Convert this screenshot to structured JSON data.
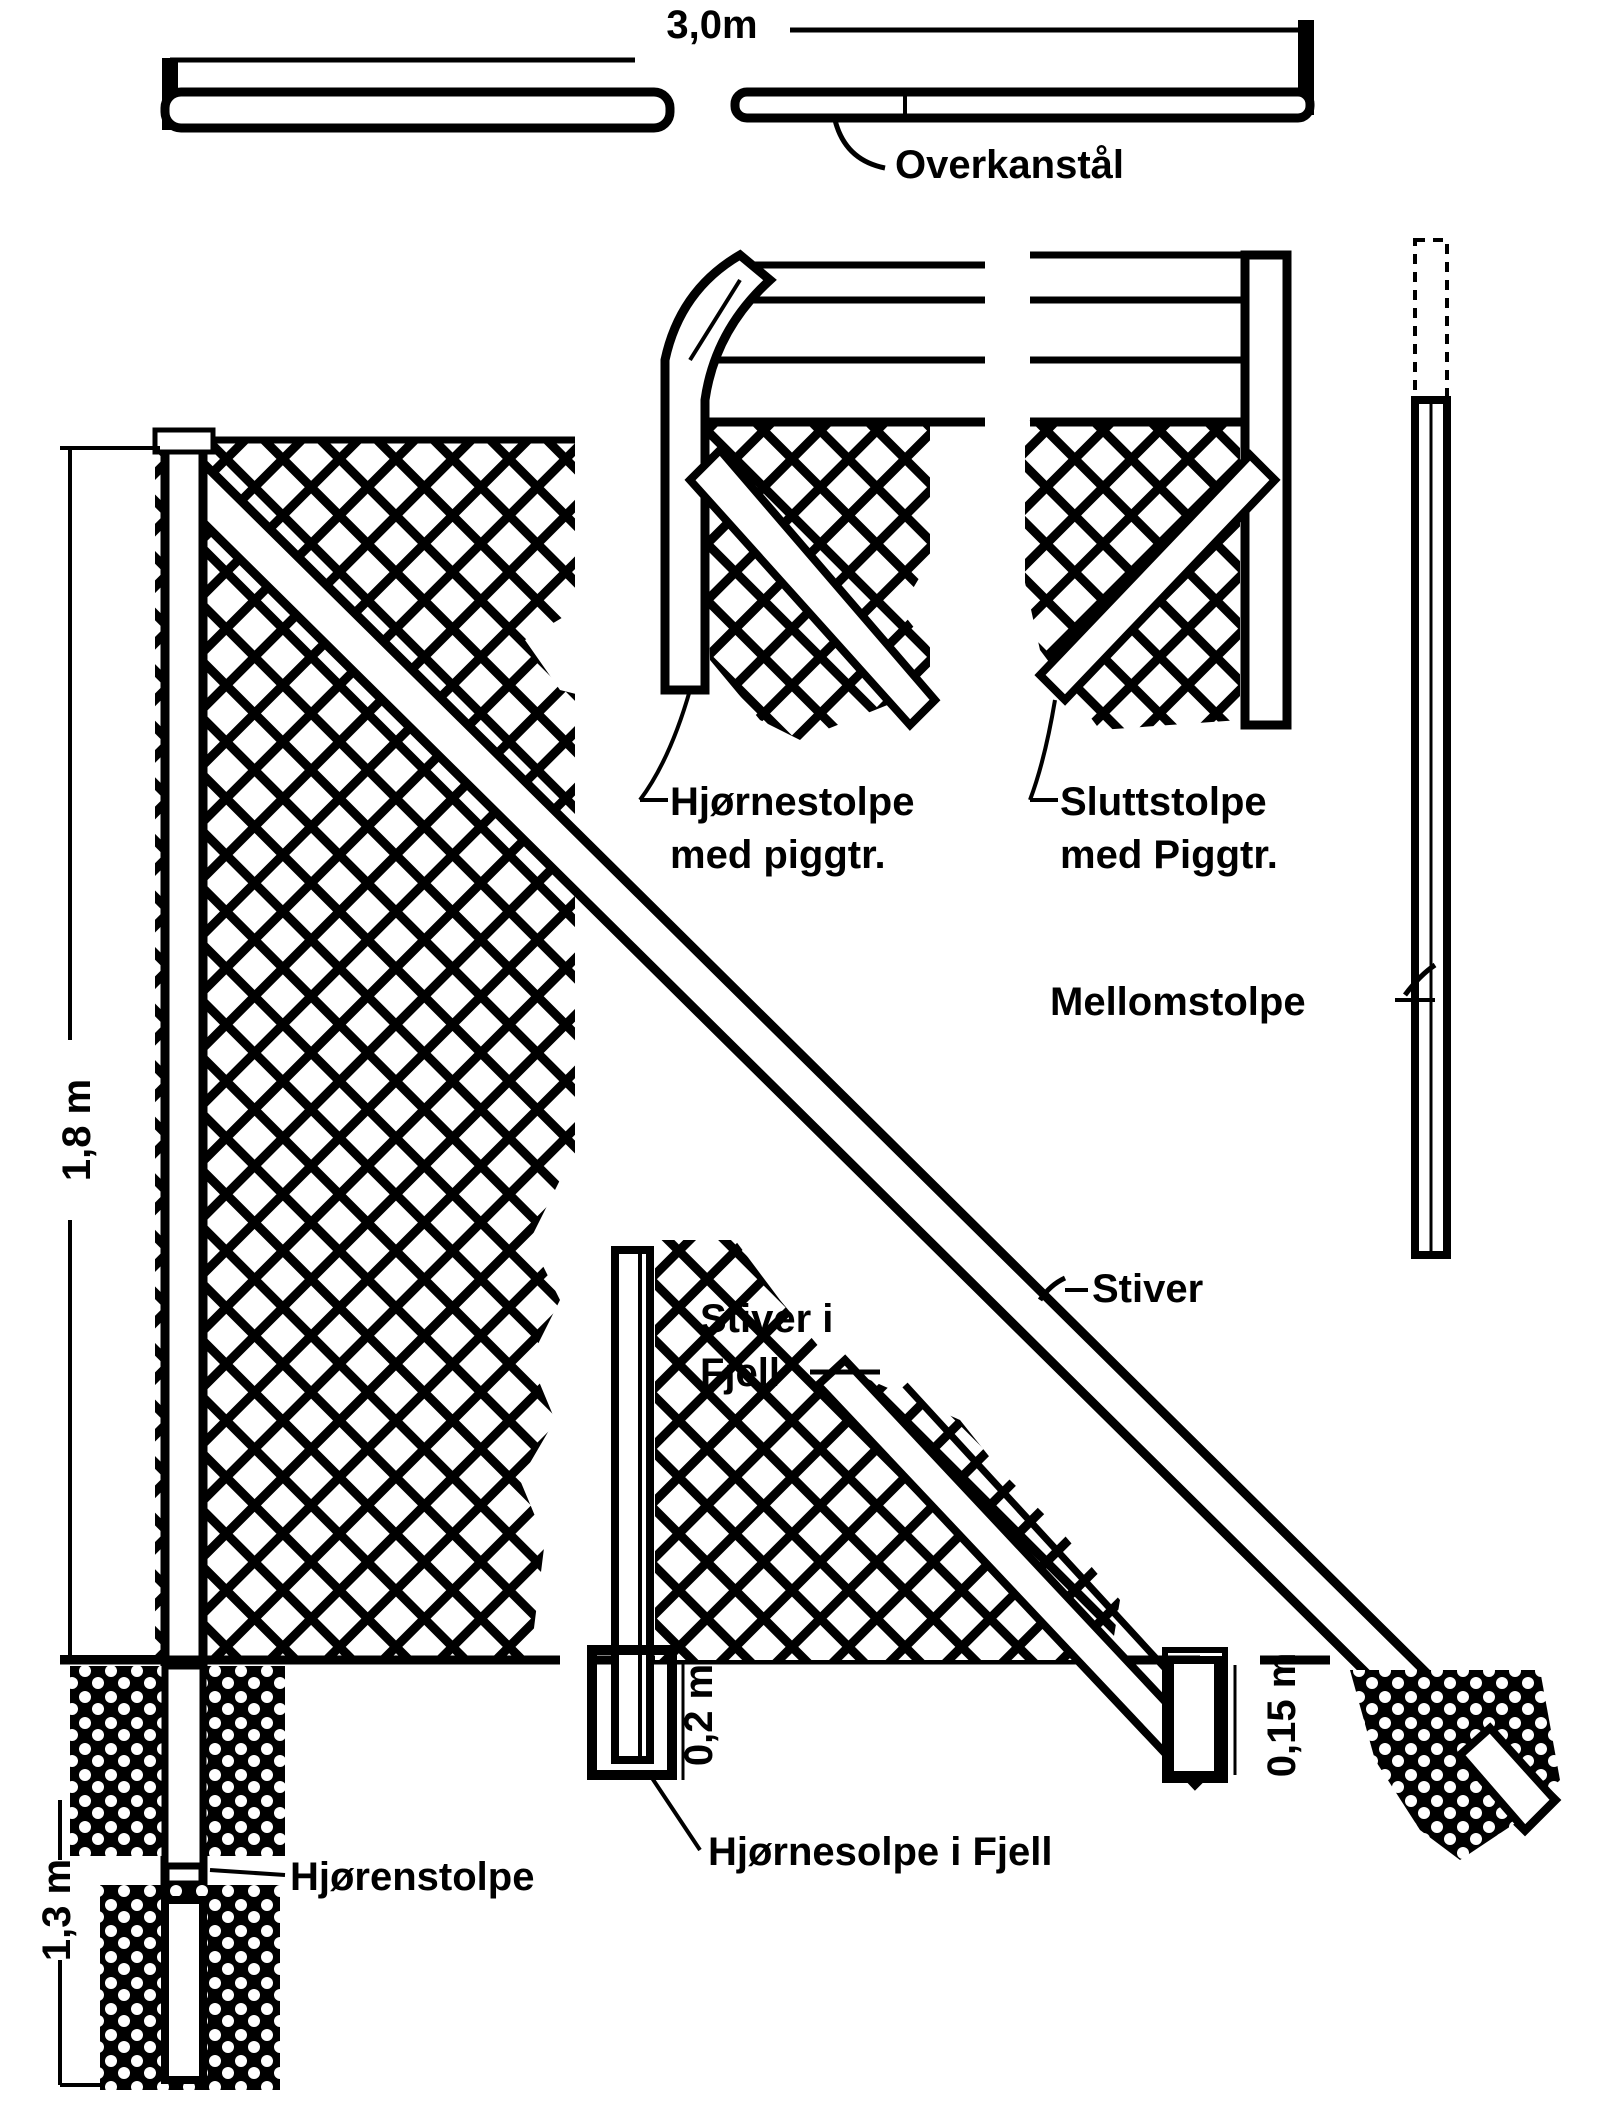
{
  "labels": {
    "top_length": "3,0m",
    "top_rail": "Overkanstål",
    "corner_post_barbed_1": "Hjørnestolpe",
    "corner_post_barbed_2": "med piggtr.",
    "end_post_barbed_1": "Sluttstolpe",
    "end_post_barbed_2": "med Piggtr.",
    "intermediate_post": "Mellomstolpe",
    "fence_height": "1,8 m",
    "brace": "Stiver",
    "brace_in_rock_1": "Stiver i",
    "brace_in_rock_2": "Fjell",
    "corner_post_depth": "1,3 m",
    "corner_post": "Hjørenstolpe",
    "rock_depth_post": "0,2 m",
    "corner_post_in_rock": "Hjørnesolpe i Fjell",
    "rock_depth_brace": "0,15 m"
  },
  "colors": {
    "ink": "#000000",
    "paper": "#ffffff"
  }
}
